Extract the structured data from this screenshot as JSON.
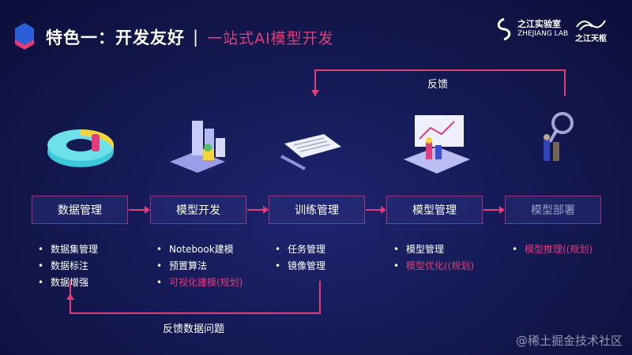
{
  "header": {
    "title": "特色一：开发友好",
    "separator": "|",
    "subtitle": "一站式AI模型开发"
  },
  "brands": {
    "lab_cn": "之江实验室",
    "lab_en": "ZHEJIANG LAB",
    "tianshu": "之江天枢"
  },
  "feedback_top": "反馈",
  "feedback_bottom": "反馈数据问题",
  "stages": [
    {
      "label": "数据管理",
      "items": [
        {
          "text": "数据集管理"
        },
        {
          "text": "数据标注"
        },
        {
          "text": "数据增强"
        }
      ]
    },
    {
      "label": "模型开发",
      "items": [
        {
          "text": "Notebook建模"
        },
        {
          "text": "预置算法"
        },
        {
          "text": "可视化建模(规划)",
          "pink": true
        }
      ]
    },
    {
      "label": "训练管理",
      "items": [
        {
          "text": "任务管理"
        },
        {
          "text": "镜像管理"
        }
      ]
    },
    {
      "label": "模型管理",
      "items": [
        {
          "text": "模型管理"
        },
        {
          "text": "模型优化((规划)",
          "pink": true
        }
      ]
    },
    {
      "label": "模型部署",
      "items": [
        {
          "text": "模型推理((规划)",
          "pink": true
        }
      ]
    }
  ],
  "bullet": "•",
  "watermark": "@稀土掘金技术社区",
  "colors": {
    "accent": "#e23c7a",
    "bg": "#151a55"
  }
}
